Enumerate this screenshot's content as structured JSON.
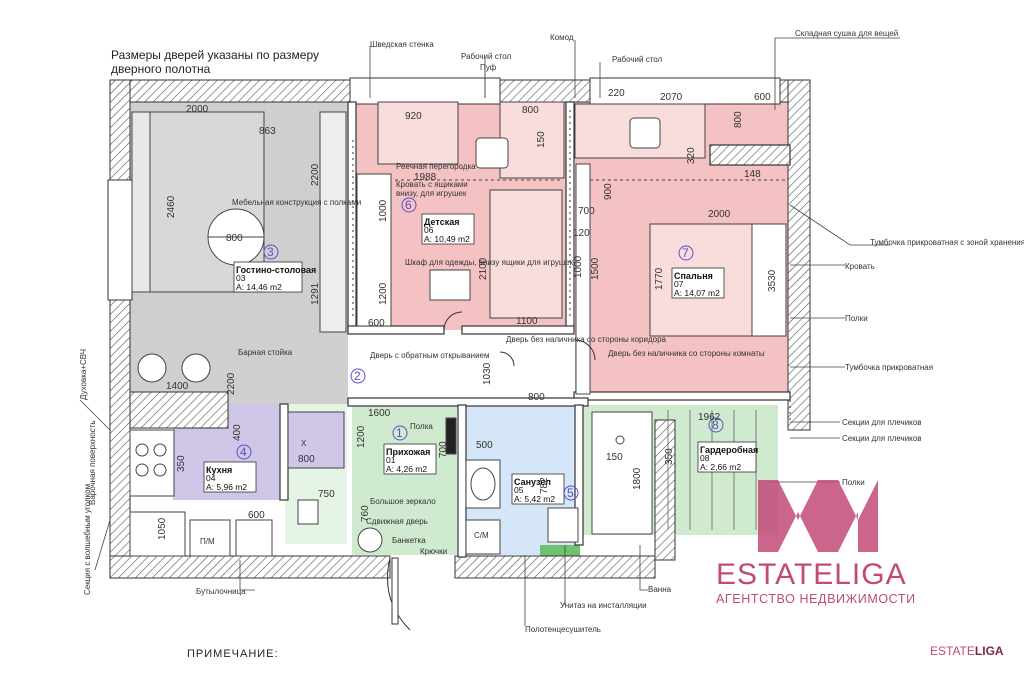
{
  "header": {
    "line1": "Размеры дверей указаны по размеру",
    "line2": "дверного полотна"
  },
  "note": "ПРИМЕЧАНИЕ:",
  "brand": {
    "name": "ESTATELIGA",
    "tagline": "АГЕНТСТВО НЕДВИЖИМОСТИ",
    "watermark_a": "ESTATE",
    "watermark_b": "LIGA"
  },
  "colors": {
    "living": "#cfcfcf",
    "children": "#f4c2c2",
    "bedroom": "#f4c2c2",
    "kitchen": "#cfc6e8",
    "hall": "#cfeacf",
    "bath": "#d4e6f7",
    "wardrobe": "#cfeacf",
    "logo": "#c24a78"
  },
  "rooms": {
    "living": {
      "name": "Гостино-столовая",
      "code": "03",
      "area": "A: 14,46 m2",
      "num": "3"
    },
    "children": {
      "name": "Детская",
      "code": "06",
      "area": "A: 10,49 m2",
      "num": "6"
    },
    "bedroom": {
      "name": "Спальня",
      "code": "07",
      "area": "A: 14,07 m2",
      "num": "7"
    },
    "kitchen": {
      "name": "Кухня",
      "code": "04",
      "area": "A: 5,96 m2",
      "num": "4"
    },
    "hall": {
      "name": "Прихожая",
      "code": "01",
      "area": "A: 4,26 m2",
      "num": "1"
    },
    "bath": {
      "name": "Санузел",
      "code": "05",
      "area": "A: 5,42 m2",
      "num": "5"
    },
    "wardrobe": {
      "name": "Гардеробная",
      "code": "08",
      "area": "A: 2,66 m2",
      "num": "8"
    },
    "extra": {
      "num": "2"
    }
  },
  "labels": {
    "swedish_wall": "Шведская стенка",
    "desk1": "Рабочий стол",
    "pouf": "Пуф",
    "dresser": "Комод",
    "desk2": "Рабочий стол",
    "dryer": "Складная сушка для вещей",
    "rack": "Реечная перегородка",
    "bed_kids": "Кровать с ящиками",
    "bed_kids2": "внизу, для игрушек",
    "furniture": "Мебельная конструкция с полками",
    "wardrobe_kids": "Шкаф для одежды, внизу ящики для игрушек",
    "door_back": "Дверь с обратным открыванием",
    "door_nocasing1": "Дверь без наличника со стороны коридора",
    "door_nocasing2": "Дверь без наличника со стороны комнаты",
    "nightstand_storage": "Тумбочка прикроватная с зоной хранения",
    "bed": "Кровать",
    "shelves": "Полки",
    "nightstand": "Тумбочка прикроватная",
    "bar": "Барная стойка",
    "shelf": "Полка",
    "hangers1": "Секции для плечиков",
    "hangers2": "Секции для плечиков",
    "shelves2": "Полки",
    "big_mirror": "Большое зеркало",
    "sliding_door": "Сдвижная дверь",
    "bench": "Банкетка",
    "hooks": "Крючки",
    "bath": "Ванна",
    "toilet": "Унитаз на инсталляции",
    "towel": "Полотенцесушитель",
    "bottle": "Бутылочница",
    "hob": "Варочная поверхность",
    "corner": "Секция с волшебным уголком",
    "oven": "Духовка+СВЧ",
    "dishwasher": "П/М",
    "washer": "С/М",
    "cross": "X"
  },
  "dims": [
    "2000",
    "863",
    "2460",
    "800",
    "2200",
    "1291",
    "1400",
    "2200",
    "920",
    "800",
    "150",
    "1988",
    "1000",
    "1200",
    "600",
    "2100",
    "1100",
    "700",
    "600",
    "2070",
    "220",
    "800",
    "2000",
    "1770",
    "3530",
    "1500",
    "900",
    "120",
    "320",
    "148",
    "1000",
    "1600",
    "400",
    "350",
    "800",
    "700",
    "1200",
    "1030",
    "800",
    "500",
    "1962",
    "150",
    "1800",
    "350",
    "600",
    "750",
    "760",
    "782",
    "1050"
  ]
}
